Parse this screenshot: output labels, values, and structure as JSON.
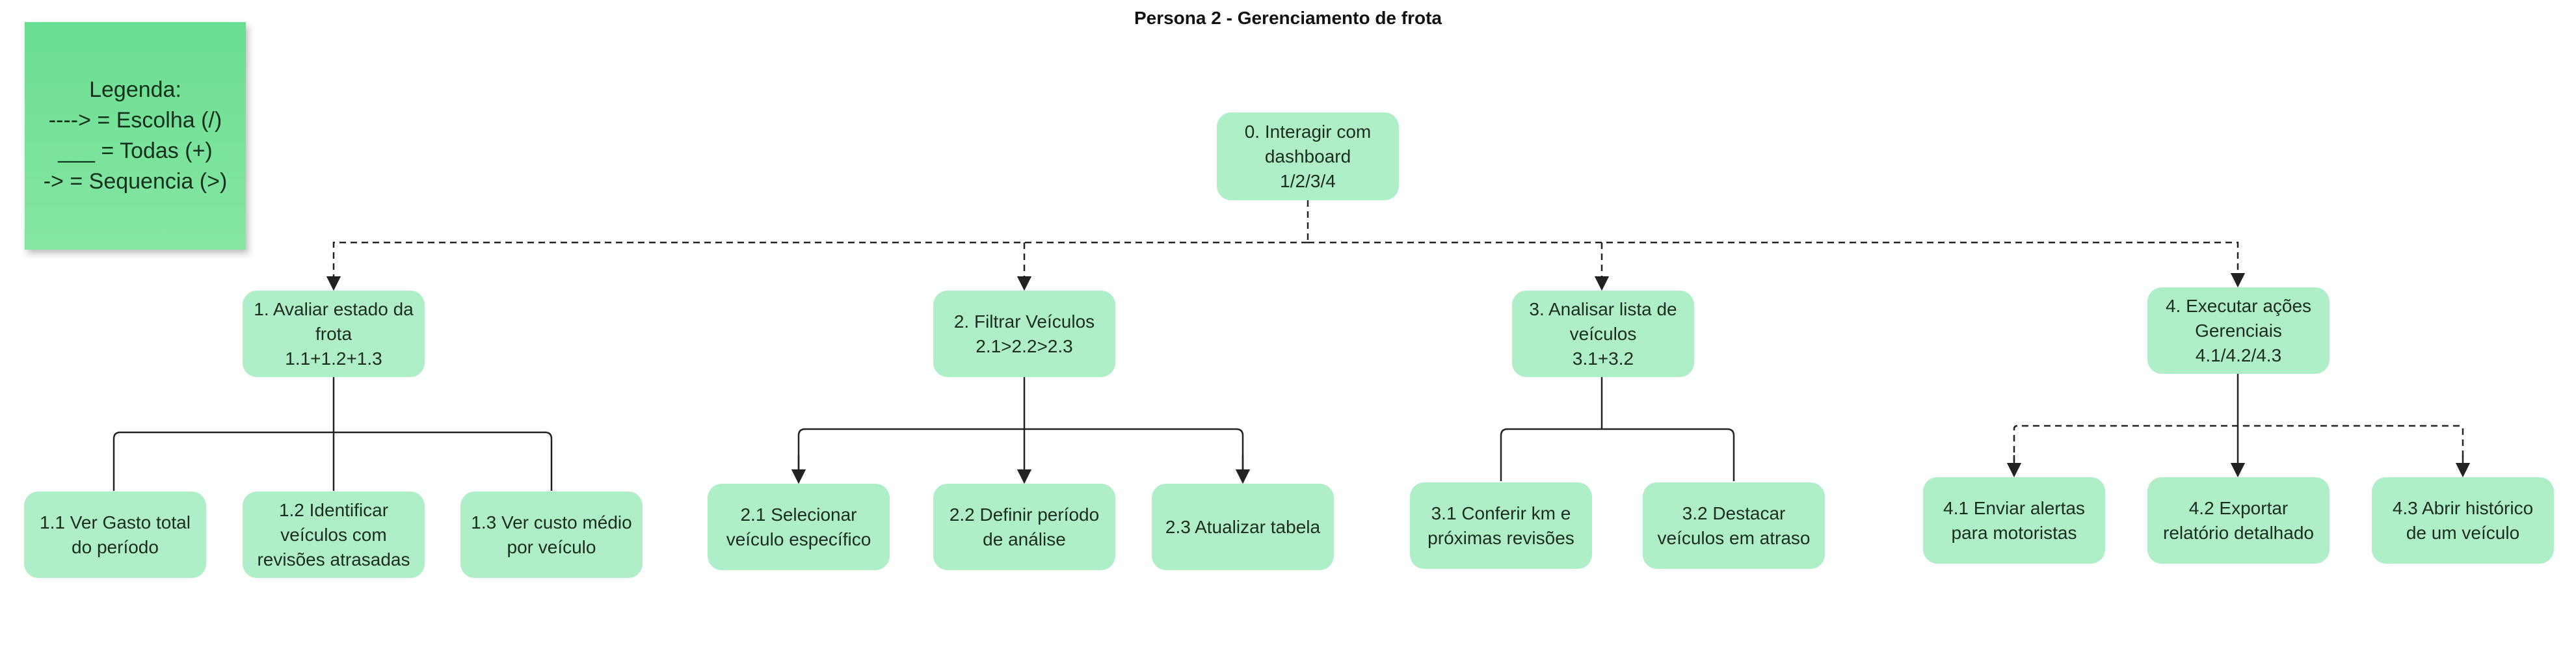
{
  "title": "Persona 2 - Gerenciamento de frota",
  "legend": {
    "heading": "Legenda:",
    "lines": [
      "----> = Escolha (/)",
      "___ = Todas (+)",
      "-> = Sequencia (>)"
    ]
  },
  "colors": {
    "node_fill": "#aeefc7",
    "legend_fill": "#6ade90",
    "edge": "#222222"
  },
  "nodes": {
    "n0": [
      "0. Interagir com",
      "dashboard",
      "1/2/3/4"
    ],
    "n1": [
      "1. Avaliar estado da",
      "frota",
      "1.1+1.2+1.3"
    ],
    "n2": [
      "2. Filtrar Veículos",
      "2.1>2.2>2.3"
    ],
    "n3": [
      "3. Analisar lista de",
      "veículos",
      "3.1+3.2"
    ],
    "n4": [
      "4. Executar ações",
      "Gerenciais",
      "4.1/4.2/4.3"
    ],
    "n11": [
      "1.1 Ver Gasto total",
      "do período"
    ],
    "n12": [
      "1.2 Identificar",
      "veículos com",
      "revisões atrasadas"
    ],
    "n13": [
      "1.3 Ver custo médio",
      "por veículo"
    ],
    "n21": [
      "2.1 Selecionar",
      "veículo específico"
    ],
    "n22": [
      "2.2 Definir período",
      "de análise"
    ],
    "n23": [
      "2.3 Atualizar tabela"
    ],
    "n31": [
      "3.1 Conferir km e",
      "próximas revisões"
    ],
    "n32": [
      "3.2 Destacar",
      "veículos em atraso"
    ],
    "n41": [
      "4.1 Enviar alertas",
      "para motoristas"
    ],
    "n42": [
      "4.2 Exportar",
      "relatório detalhado"
    ],
    "n43": [
      "4.3 Abrir histórico",
      "de um veículo"
    ]
  }
}
